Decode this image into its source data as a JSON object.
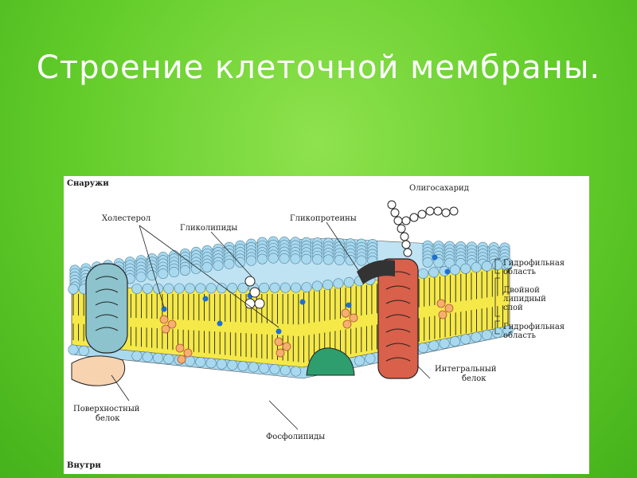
{
  "slide": {
    "title": "Строение клеточной мембраны.",
    "colors": {
      "background": "#62cc2a",
      "title": "#ffffff",
      "lipid_head": "#a9d9ef",
      "lipid_tail": "#f5e94a",
      "integral_protein": "#d9604a",
      "surface_protein_left": "#8cc3cc",
      "glycolipid_bead": "#ffffff",
      "cholesterol": "#f5b070"
    }
  },
  "diagram": {
    "outside": "Снаружи",
    "inside": "Внутри",
    "labels": {
      "cholesterol": "Холестерол",
      "glycolipids": "Гликолипиды",
      "glycoproteins": "Гликопротеины",
      "oligosaccharide": "Олигосахарид",
      "hydrophilic_top": [
        "Гидрофильная",
        "область"
      ],
      "bilayer": [
        "Двойной",
        "липидный",
        "слой"
      ],
      "hydrophilic_bottom": [
        "Гидрофильная",
        "область"
      ],
      "integral_protein": [
        "Интегральный",
        "белок"
      ],
      "surface_protein": [
        "Поверхностный",
        "белок"
      ],
      "phospholipids": "Фосфолипиды"
    }
  }
}
